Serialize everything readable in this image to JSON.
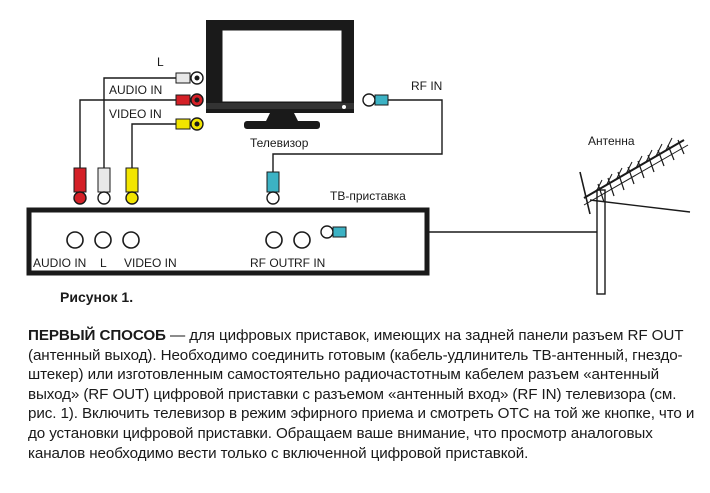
{
  "labels": {
    "l_top": "L",
    "audio_in_tv": "AUDIO IN",
    "video_in_tv": "VIDEO IN",
    "rf_in_tv": "RF IN",
    "tv": "Телевизор",
    "antenna": "Антенна",
    "stb": "ТВ-приставка",
    "audio_in_box": "AUDIO IN",
    "l_box": "L",
    "video_in_box": "VIDEO IN",
    "rf_out_box": "RF OUT",
    "rf_in_box": "RF IN"
  },
  "caption": "Рисунок 1.",
  "paragraph": {
    "lead": "ПЕРВЫЙ СПОСОБ",
    "text": " — для цифровых приставок, имеющих на задней панели разъем RF OUT (антенный выход). Необходимо соединить готовым (кабель-удлинитель ТВ-антенный, гнездо-штекер) или изготовленным самостоятельно радиочастотным кабелем разъем «антенный выход» (RF OUT) цифровой приставки с разъемом «антенный вход» (RF IN) телевизора (см. рис. 1). Включить телевизор в режим эфирного приема и смотреть ОТС на той же кнопке, что и до установки цифровой приставки. Обращаем ваше внимание, что просмотр аналоговых каналов необходимо вести только с включенной цифровой приставкой."
  },
  "colors": {
    "audio_right": "#d42027",
    "audio_left": "#e8e8e8",
    "video": "#f2e500",
    "rf_connector": "#3cb2c4",
    "panel": "#1a1a1a"
  }
}
